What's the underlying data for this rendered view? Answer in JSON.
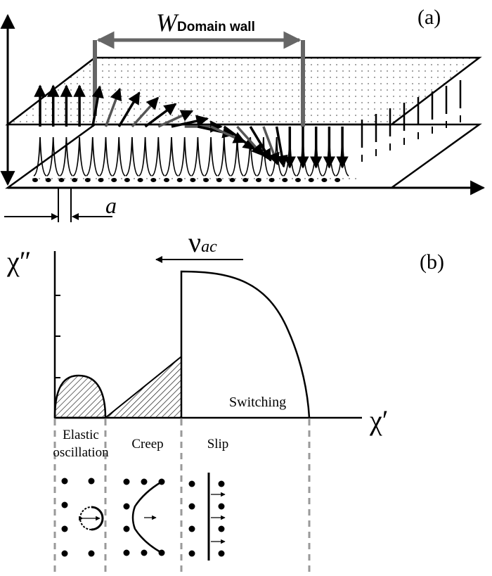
{
  "panel_a": {
    "label": "(a)",
    "width_symbol": "W",
    "width_subscript": "Domain wall",
    "spacing_symbol": "a"
  },
  "panel_b": {
    "label": "(b)",
    "frequency_symbol": "ν",
    "frequency_subscript": "ac",
    "y_axis": "χ″",
    "x_axis": "χ′",
    "switching": "Switching",
    "regimes": {
      "elastic_line1": "Elastic",
      "elastic_line2": "oscillation",
      "creep": "Creep",
      "slip": "Slip"
    }
  }
}
